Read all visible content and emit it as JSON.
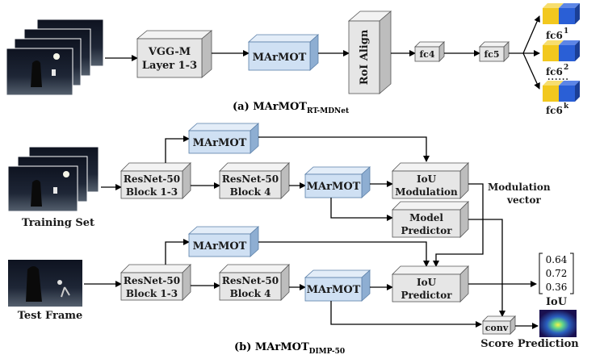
{
  "top": {
    "vgg": [
      "VGG-M",
      "Layer 1-3"
    ],
    "marmot": "MArMOT",
    "roi": "RoI Align",
    "fc4": "fc4",
    "fc5": "fc5",
    "fc6_1": "fc6",
    "fc6_1_sup": "1",
    "fc6_2": "fc6",
    "fc6_2_sup": "2",
    "fc6_k": "fc6",
    "fc6_k_sup": "k",
    "dots": "......",
    "caption_main": "(a) MArMOT",
    "caption_sub": "RT-MDNet"
  },
  "bottom": {
    "marmot_label": "MArMOT",
    "resnet_a": [
      "ResNet-50",
      "Block 1-3"
    ],
    "resnet_b": [
      "ResNet-50",
      "Block 4"
    ],
    "iou_mod": [
      "IoU",
      "Modulation"
    ],
    "model_pred": [
      "Model",
      "Predictor"
    ],
    "iou_pred": [
      "IoU",
      "Predictor"
    ],
    "conv": "conv",
    "training_set": "Training Set",
    "test_frame": "Test Frame",
    "modulation_vector": [
      "Modulation",
      "vector"
    ],
    "iou_values": [
      "0.64",
      "0.72",
      "0.36"
    ],
    "iou_label": "IoU",
    "score_prediction": "Score Prediction",
    "caption_main": "(b) MArMOT",
    "caption_sub": "DIMP-50"
  },
  "colors": {
    "gray_face": "#eaeaea",
    "gray_side": "#bdbdbd",
    "blue_face": "#cfe0f3",
    "blue_side": "#8eaed2",
    "yellow": "#f2c81e",
    "blue_cube": "#2a5fd6"
  }
}
